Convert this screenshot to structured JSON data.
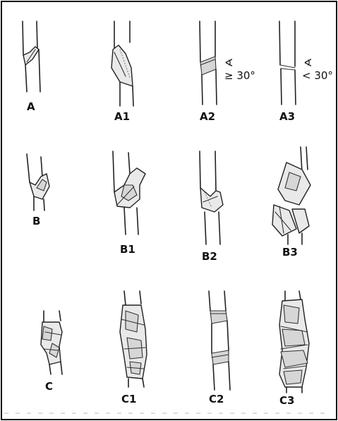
{
  "panels": [
    {
      "id": "A",
      "label": "A"
    },
    {
      "id": "A1",
      "label": "A1"
    },
    {
      "id": "A2",
      "label": "A2",
      "angle_label": "≥ 30°",
      "angle_symbol": "∢"
    },
    {
      "id": "A3",
      "label": "A3",
      "angle_label": "< 30°",
      "angle_symbol": "∢"
    },
    {
      "id": "B",
      "label": "B"
    },
    {
      "id": "B1",
      "label": "B1"
    },
    {
      "id": "B2",
      "label": "B2"
    },
    {
      "id": "B3",
      "label": "B3"
    },
    {
      "id": "C",
      "label": "C"
    },
    {
      "id": "C1",
      "label": "C1"
    },
    {
      "id": "C2",
      "label": "C2"
    },
    {
      "id": "C3",
      "label": "C3"
    }
  ]
}
